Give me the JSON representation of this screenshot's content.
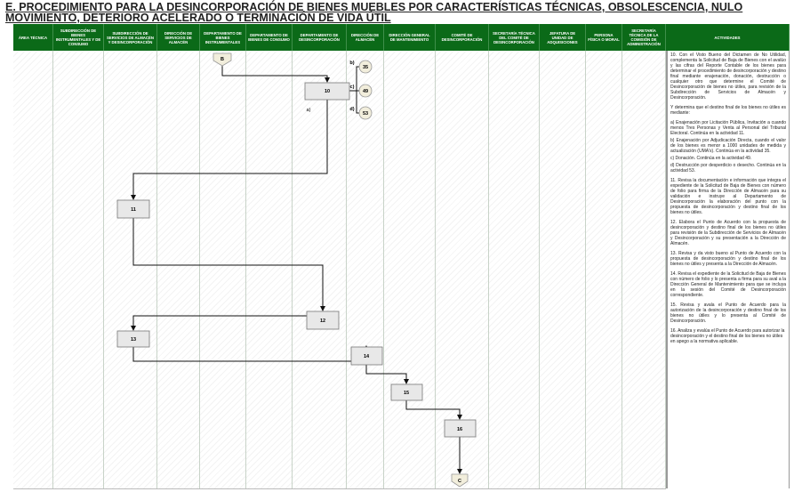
{
  "title": "E. PROCEDIMIENTO PARA LA DESINCORPORACIÓN DE BIENES MUEBLES POR CARACTERÍSTICAS TÉCNICAS, OBSOLESCENCIA, NULO MOVIMIENTO, DETERIORO ACELERADO O TERMINACIÓN DE VIDA ÚTIL",
  "columns": [
    "ÁREA TÉCNICA",
    "SUBDIRECCIÓN DE BIENES INSTRUMENTALES Y DE CONSUMO",
    "SUBDIRECCIÓN DE SERVICIOS DE ALMACÉN Y DESINCORPORACIÓN",
    "DIRECCIÓN DE SERVICIOS DE ALMACÉN",
    "DEPARTAMENTO DE BIENES INSTRUMENTALES",
    "DEPARTAMENTO DE BIENES DE CONSUMO",
    "DEPARTAMENTO DE DESINCORPORACIÓN",
    "DIRECCIÓN DE ALMACÉN",
    "DIRECCIÓN GENERAL DE MANTENIMIENTO",
    "COMITÉ DE DESINCORPORACIÓN",
    "SECRETARÍA TÉCNICA DEL COMITÉ DE DESINCORPORACIÓN",
    "JEFATURA DE UNIDAD DE ADQUISICIONES",
    "PERSONA FÍSICA O MORAL",
    "SECRETARÍA TÉCNICA DE LA COMISIÓN DE ADMINISTRACIÓN",
    "ACTIVIDADES"
  ],
  "flow": {
    "start": "B",
    "end": "C",
    "steps": [
      "10",
      "11",
      "12",
      "13",
      "14",
      "15",
      "16"
    ],
    "branches": [
      {
        "label": "a)"
      },
      {
        "label": "b)",
        "target": "35"
      },
      {
        "label": "c)",
        "target": "49"
      },
      {
        "label": "d)",
        "target": "53"
      }
    ]
  },
  "activities": [
    "10. Con el Visto Bueno del Dictamen de No Utilidad, complementa la Solicitud de Baja de Bienes con el avalúo y las cifras del Reporte Contable de los bienes para determinar el procedimiento de desincorporación y destino final mediante enajenación, donación, destrucción o cualquier otro que determine el Comité de Desincorporación de bienes no útiles, para revisión de la Subdirección de Servicios de Almacén y Desincorporación.",
    "Y determina que el destino final de los bienes no útiles es mediante:",
    "a) Enajenación por Licitación Pública, Invitación a cuando menos Tres Personas y Venta al Personal del Tribunal Electoral. Continúa en la actividad 11.",
    "b) Enajenación por Adjudicación Directa, cuando el valor de los bienes es menor a 1000 unidades de medida y actualización (UMA's). Continúa en la actividad 35.",
    "c) Donación. Continúa en la actividad 49.",
    "d) Destrucción por desperdicio o desecho. Continúa en la actividad 53.",
    "11. Revisa la documentación e información que integra el expediente de la Solicitud de Baja de Bienes con número de folio para firma de la Dirección de Almacén para su validación e instruye al Departamento de Desincorporación la elaboración del punto con la propuesta de desincorporación y destino final de los bienes no útiles.",
    "12. Elabora el Punto de Acuerdo con la propuesta de desincorporación y destino final de los bienes no útiles para revisión de la Subdirección de Servicios de Almacén y Desincorporación y su presentación a la Dirección de Almacén.",
    "13. Revisa y da visto bueno al Punto de Acuerdo con la propuesta de desincorporación y destino final de los bienes no útiles y presenta a la Dirección de Almacén.",
    "14. Revisa el expediente de la Solicitud de Baja de Bienes con número de folio y lo presenta a firma para su aval a la Dirección General de Mantenimiento para que se incluya en la sesión del Comité de Desincorporación correspondiente.",
    "15. Revisa y avala el Punto de Acuerdo para la autorización de la desincorporación y destino final de los bienes no útiles y lo presenta al Comité de Desincorporación.",
    "16. Analiza y evalúa el Punto de Acuerdo para autorizar la desincorporación y el destino final de los bienes no útiles en apego a la normativa aplicable."
  ]
}
